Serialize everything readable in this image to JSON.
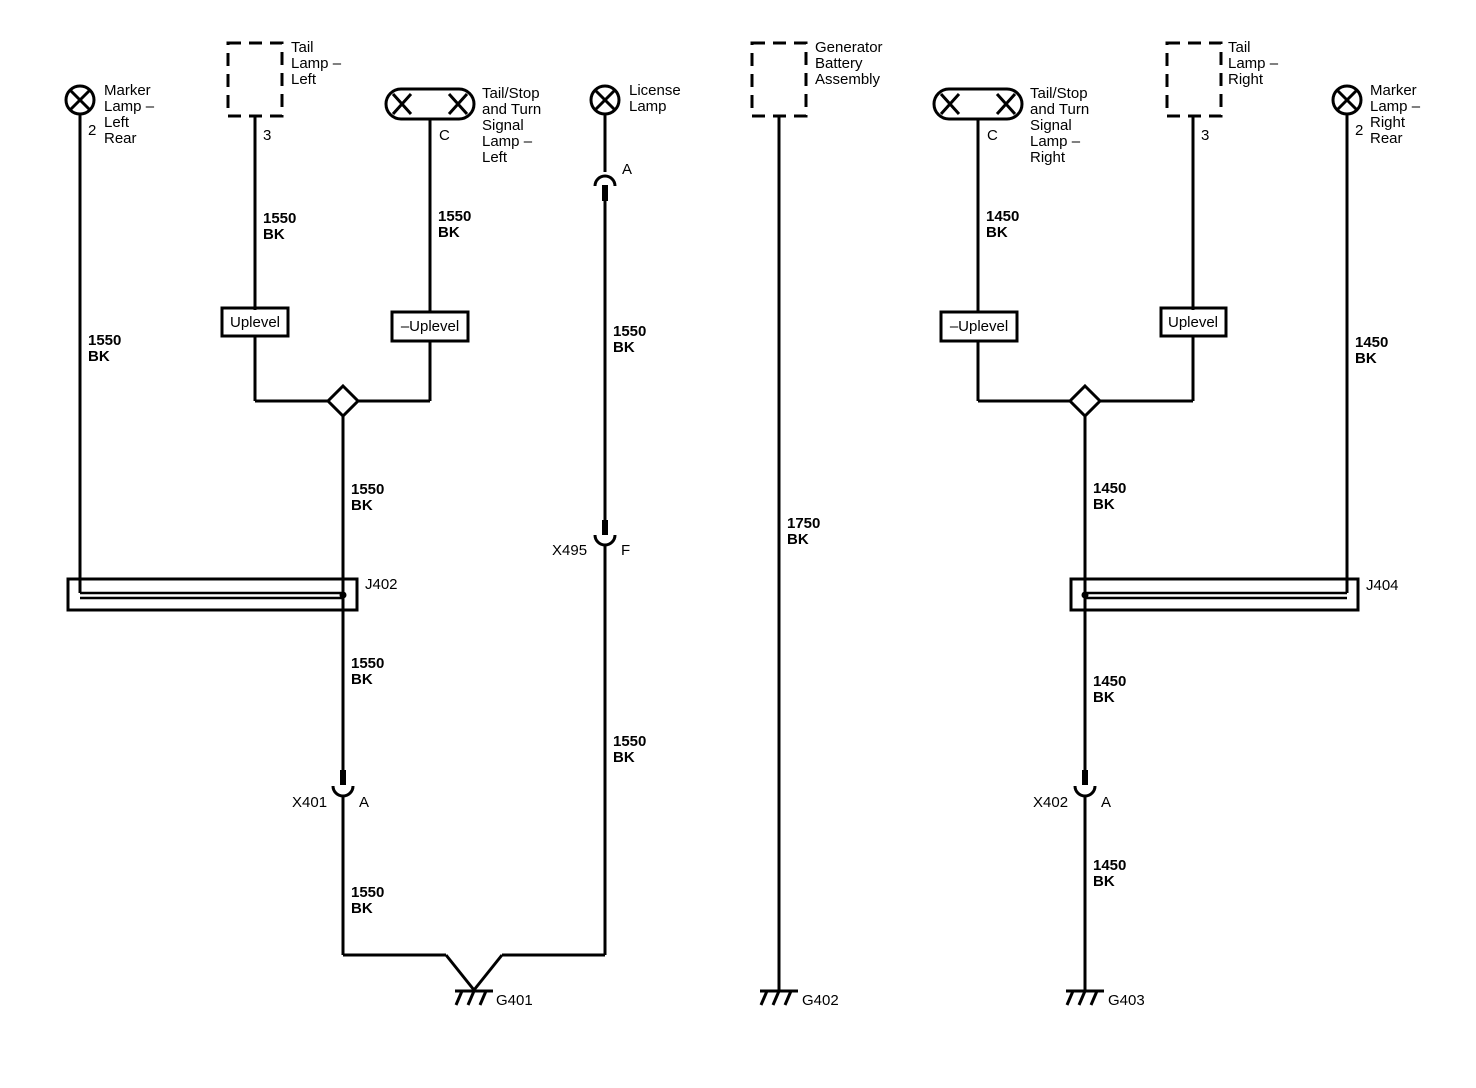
{
  "components": {
    "marker_left": [
      "Marker",
      "Lamp –",
      "Left",
      "Rear"
    ],
    "marker_left_pin": "2",
    "tail_left": [
      "Tail",
      "Lamp –",
      "Left"
    ],
    "tail_left_pin": "3",
    "tailstop_left": [
      "Tail/Stop",
      "and Turn",
      "Signal",
      "Lamp –",
      "Left"
    ],
    "tailstop_left_pin": "C",
    "license": [
      "License",
      "Lamp"
    ],
    "license_pin": "A",
    "generator": [
      "Generator",
      "Battery",
      "Assembly"
    ],
    "tailstop_right": [
      "Tail/Stop",
      "and Turn",
      "Signal",
      "Lamp –",
      "Right"
    ],
    "tailstop_right_pin": "C",
    "tail_right": [
      "Tail",
      "Lamp –",
      "Right"
    ],
    "tail_right_pin": "3",
    "marker_right": [
      "Marker",
      "Lamp –",
      "Right",
      "Rear"
    ],
    "marker_right_pin": "2"
  },
  "options": {
    "uplevel": "Uplevel",
    "not_uplevel": "–Uplevel"
  },
  "wires": {
    "w1550": [
      "1550",
      "BK"
    ],
    "w1450": [
      "1450",
      "BK"
    ],
    "w1750": [
      "1750",
      "BK"
    ]
  },
  "splices": {
    "left": "J402",
    "right": "J404"
  },
  "connectors": {
    "x401": "X401",
    "x401_pin": "A",
    "x495": "X495",
    "x495_pin": "F",
    "x402": "X402",
    "x402_pin": "A"
  },
  "grounds": {
    "g401": "G401",
    "g402": "G402",
    "g403": "G403"
  }
}
